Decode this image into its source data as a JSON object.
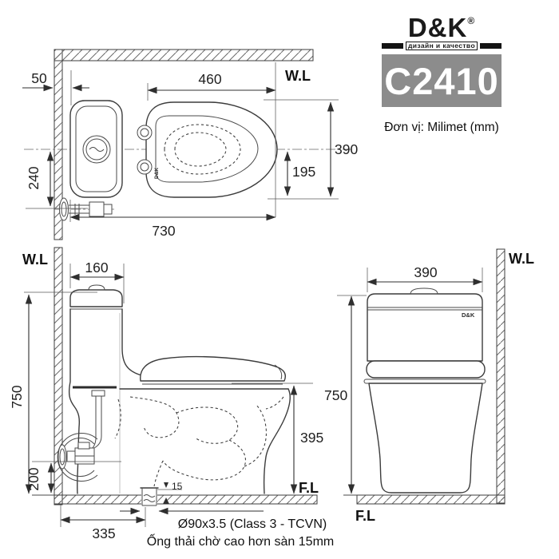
{
  "header": {
    "brand": "D&K",
    "registered": "®",
    "tagline": "дизайн и качество",
    "model": "C2410",
    "unit_label": "Đơn vị: Milimet  (mm)"
  },
  "colors": {
    "line": "#3c3c3c",
    "model_box_bg": "#8c8c8c",
    "model_box_text": "#ffffff",
    "tagline_bar": "#141414"
  },
  "views": {
    "top": {
      "wall_label": "W.L",
      "brand_mark": "D&K",
      "dims": {
        "wall_gap": "50",
        "seat_length": "460",
        "bowl_width": "390",
        "half_width": "195",
        "supply_offset": "240",
        "total_length": "730"
      }
    },
    "side": {
      "wall_label": "W.L",
      "floor_label": "F.L",
      "dims": {
        "tank_depth": "160",
        "total_height": "750",
        "rim_height": "395",
        "supply_height": "200",
        "drain_offset": "335",
        "stub_height": "15"
      },
      "notes": {
        "drain_spec": "Ø90x3.5 (Class 3 - TCVN)",
        "drain_note": "Ống thải chờ cao hơn sàn 15mm"
      }
    },
    "front": {
      "wall_label": "W.L",
      "floor_label": "F.L",
      "brand_mark": "D&K",
      "dims": {
        "tank_width": "390",
        "total_height": "750"
      }
    }
  }
}
